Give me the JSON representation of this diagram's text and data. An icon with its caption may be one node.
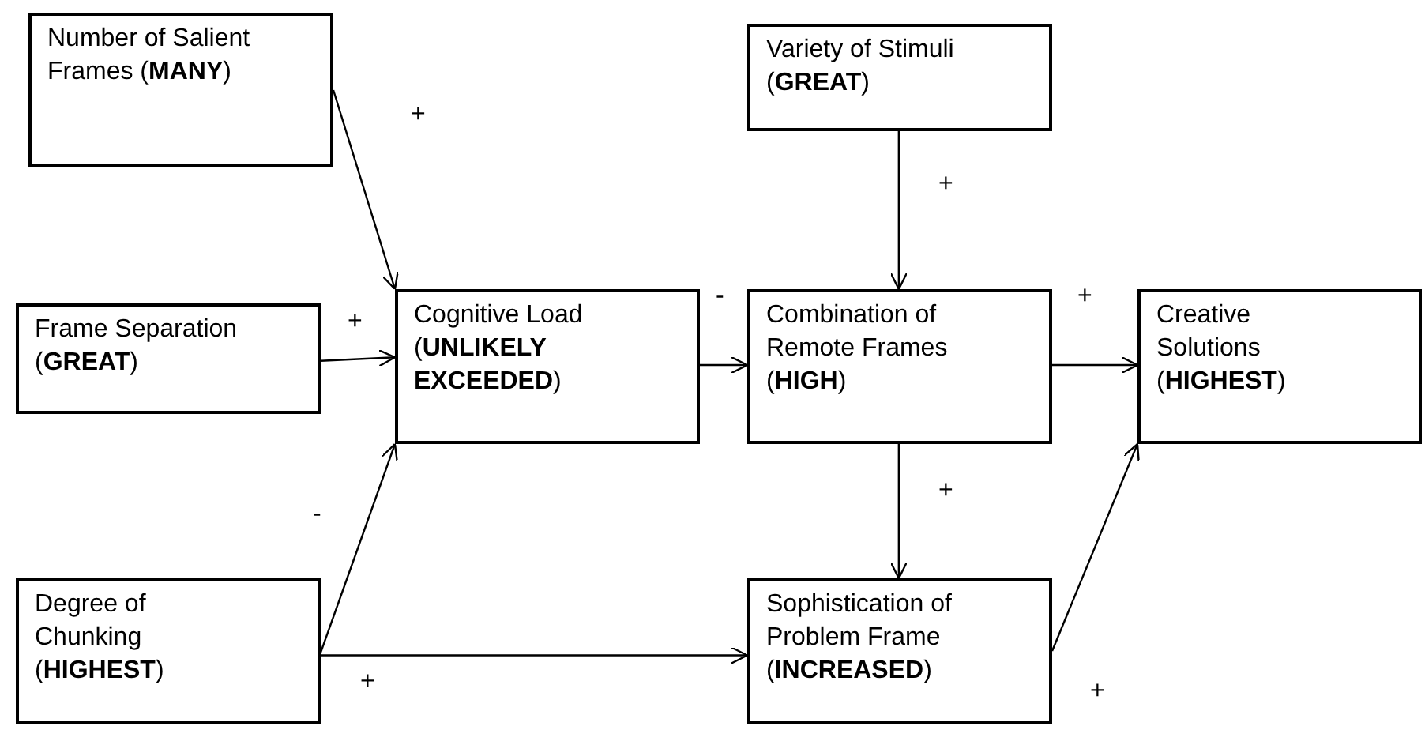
{
  "diagram": {
    "nodes": [
      {
        "text": [
          "Number of Salient Frames (**MANY**)"
        ]
      },
      {
        "text": [
          "Variety of Stimuli (**GREAT**)"
        ]
      },
      {
        "text": [
          "Frame Separation (**GREAT**)"
        ]
      },
      {
        "text": [
          "Cognitive Load (**UNLIKELY EXCEEDED**)"
        ]
      },
      {
        "text": [
          "Combination of Remote Frames (**HIGH**)"
        ]
      },
      {
        "text": [
          "Creative Solutions (**HIGHEST**)"
        ]
      },
      {
        "text": [
          "Degree of Chunking (**HIGHEST**)"
        ]
      },
      {
        "text": [
          "Sophistication of Problem Frame (**INCREASED**)"
        ]
      }
    ],
    "edges": [
      {
        "from": 0,
        "to": 3,
        "arrow": "to",
        "label": "+"
      },
      {
        "from": 2,
        "to": 3,
        "arrow": "to",
        "label": "+"
      },
      {
        "from": 6,
        "to": 3,
        "arrow": "to",
        "label": "-"
      },
      {
        "from": 6,
        "to": 7,
        "arrow": "to",
        "label": "+"
      },
      {
        "from": 3,
        "to": 4,
        "arrow": "to",
        "label": "-"
      },
      {
        "from": 1,
        "to": 4,
        "arrow": "to",
        "label": "+"
      },
      {
        "from": 4,
        "to": 5,
        "arrow": "to",
        "label": "+"
      },
      {
        "from": 4,
        "to": 7,
        "arrow": "to",
        "label": "+"
      },
      {
        "from": 7,
        "to": 5,
        "arrow": "to",
        "label": "+"
      }
    ]
  }
}
